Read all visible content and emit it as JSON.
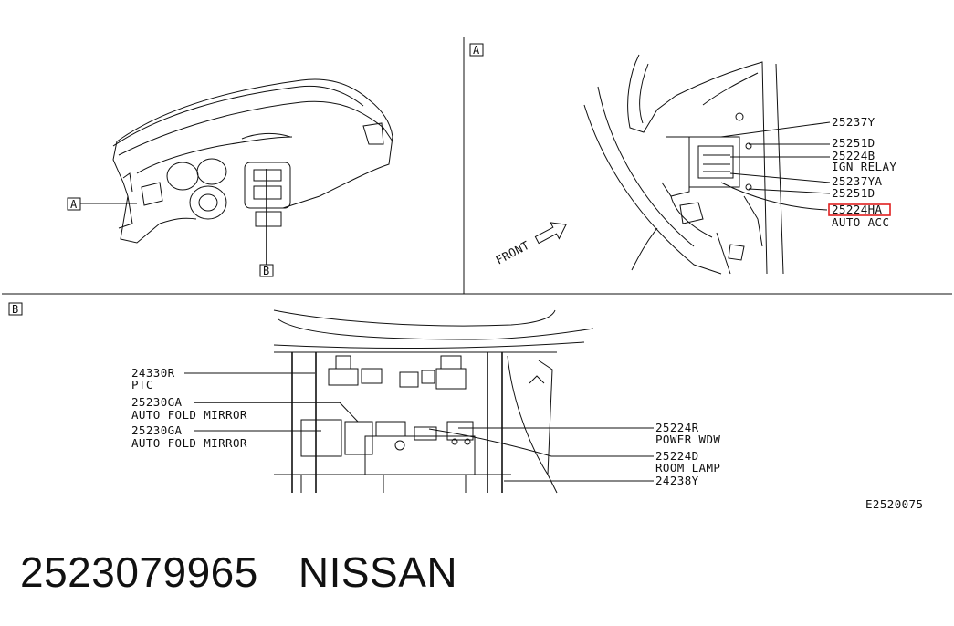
{
  "panels": {
    "overview": {
      "callout_a": "A",
      "callout_b": "B"
    },
    "detail_a": {
      "letter": "A",
      "front_label": "FRONT",
      "labels": [
        {
          "code": "25237Y",
          "desc": ""
        },
        {
          "code": "25251D",
          "desc": ""
        },
        {
          "code": "25224B",
          "desc": "IGN RELAY"
        },
        {
          "code": "25237YA",
          "desc": ""
        },
        {
          "code": "25251D",
          "desc": ""
        },
        {
          "code": "25224HA",
          "desc": "AUTO ACC",
          "highlighted": true
        }
      ]
    },
    "detail_b": {
      "letter": "B",
      "left_labels": [
        {
          "code": "24330R",
          "desc": "PTC"
        },
        {
          "code": "25230GA",
          "desc": "AUTO FOLD MIRROR"
        },
        {
          "code": "25230GA",
          "desc": "AUTO FOLD MIRROR"
        }
      ],
      "right_labels": [
        {
          "code": "25224R",
          "desc": "POWER WDW"
        },
        {
          "code": "25224D",
          "desc": "ROOM LAMP"
        },
        {
          "code": "24238Y",
          "desc": ""
        }
      ]
    }
  },
  "diagram_id": "E2520075",
  "footer": {
    "part_number": "2523079965",
    "brand": "NISSAN"
  },
  "colors": {
    "line": "#111111",
    "highlight": "#e02020",
    "background": "#ffffff"
  }
}
